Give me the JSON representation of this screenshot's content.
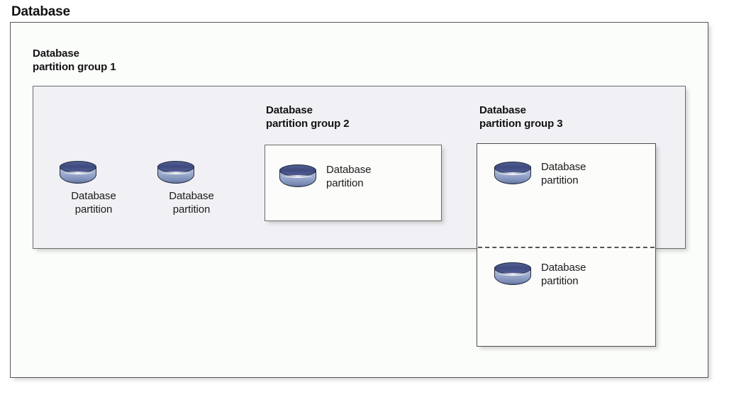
{
  "diagram": {
    "title": "Database",
    "groups": [
      {
        "id": "group1",
        "label": "Database\npartition group 1",
        "nodes": [
          {
            "icon": "database-cylinder-icon",
            "label": "Database\npartition"
          },
          {
            "icon": "database-cylinder-icon",
            "label": "Database\npartition"
          }
        ]
      },
      {
        "id": "group2",
        "label": "Database\npartition group 2",
        "nodes": [
          {
            "icon": "database-cylinder-icon",
            "label": "Database\npartition"
          }
        ]
      },
      {
        "id": "group3",
        "label": "Database\npartition group 3",
        "nodes": [
          {
            "icon": "database-cylinder-icon",
            "label": "Database\npartition"
          },
          {
            "icon": "database-cylinder-icon",
            "label": "Database\npartition"
          }
        ]
      }
    ],
    "colors": {
      "page_background": "#ffffff",
      "outer_box_fill": "#fbfdfa",
      "group1_fill": "#f1f0f4",
      "group2_fill": "#fcfdfb",
      "group3_fill": "#fcfdfb",
      "border": "#575757",
      "divider": "#555555",
      "cylinder_top": "#3f4b80",
      "cylinder_body": "#93a3c8",
      "text": "#111111"
    }
  }
}
